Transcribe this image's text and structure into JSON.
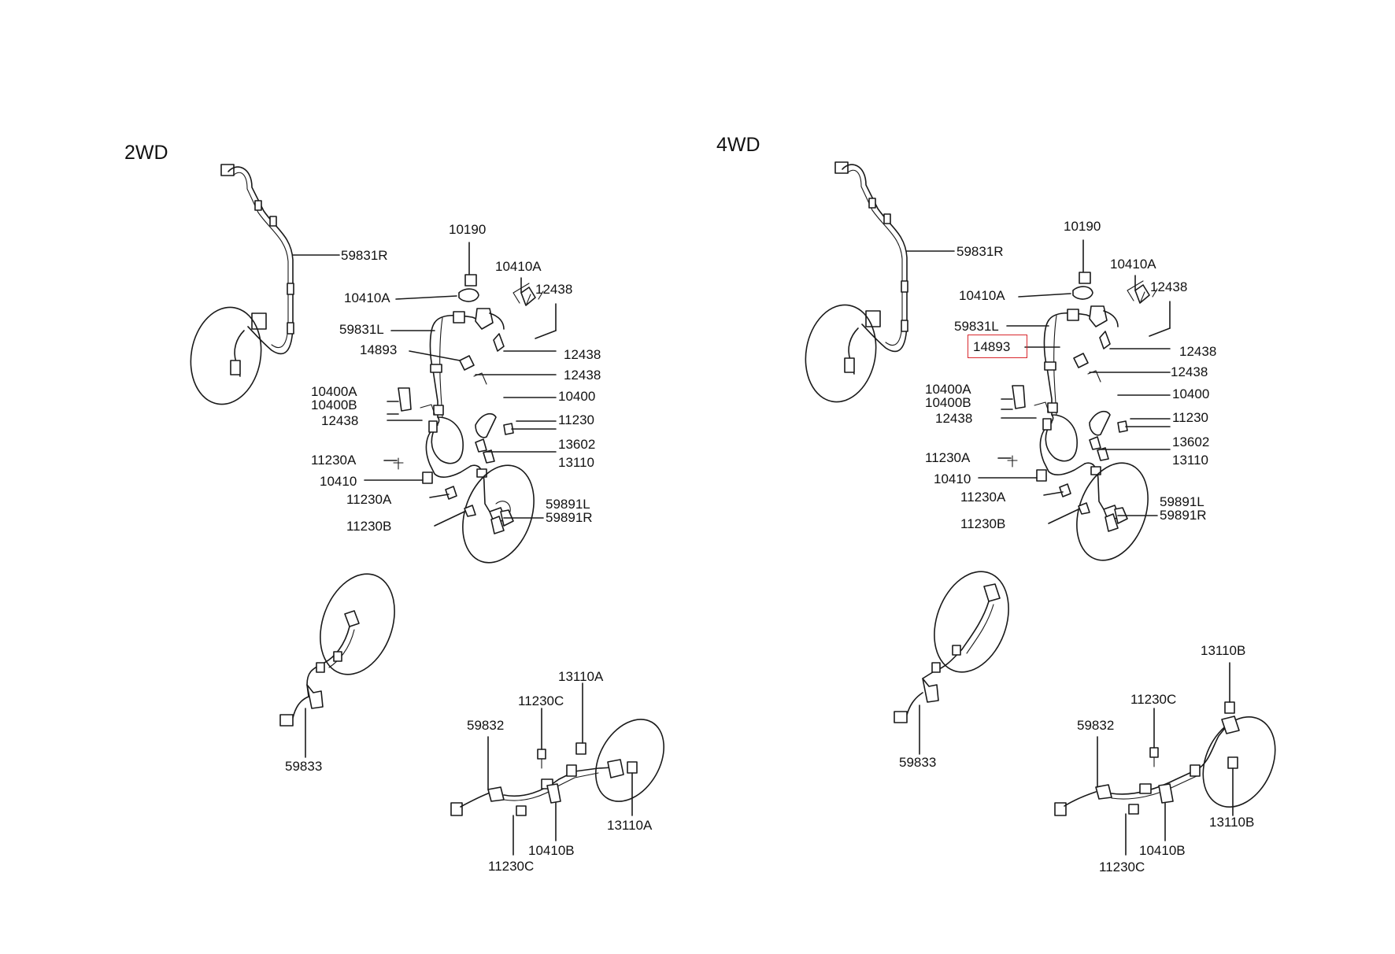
{
  "sections": {
    "left": "2WD",
    "right": "4WD"
  },
  "highlight_color": "#d9262c",
  "left_labels": {
    "l_59831R": "59831R",
    "l_10190": "10190",
    "l_10410A_top": "10410A",
    "l_10410A": "10410A",
    "l_12438_a": "12438",
    "l_59831L": "59831L",
    "l_12438_b": "12438",
    "l_14893": "14893",
    "l_12438_c": "12438",
    "l_10400A": "10400A",
    "l_10400": "10400",
    "l_10400B": "10400B",
    "l_12438_d": "12438",
    "l_11230": "11230",
    "l_13602": "13602",
    "l_11230A_a": "11230A",
    "l_13110": "13110",
    "l_10410": "10410",
    "l_11230A_b": "11230A",
    "l_59891L": "59891L",
    "l_59891R": "59891R",
    "l_11230B": "11230B",
    "l_13110A_top": "13110A",
    "l_11230C_top": "11230C",
    "l_59832": "59832",
    "l_59833": "59833",
    "l_13110A": "13110A",
    "l_10410B": "10410B",
    "l_11230C": "11230C"
  },
  "right_labels": {
    "r_59831R": "59831R",
    "r_10190": "10190",
    "r_10410A_top": "10410A",
    "r_10410A": "10410A",
    "r_12438_a": "12438",
    "r_59831L": "59831L",
    "r_14893": "14893",
    "r_12438_b": "12438",
    "r_12438_c": "12438",
    "r_10400A": "10400A",
    "r_10400": "10400",
    "r_10400B": "10400B",
    "r_12438_d": "12438",
    "r_11230": "11230",
    "r_13602": "13602",
    "r_11230A_a": "11230A",
    "r_13110": "13110",
    "r_10410": "10410",
    "r_11230A_b": "11230A",
    "r_59891L": "59891L",
    "r_59891R": "59891R",
    "r_11230B": "11230B",
    "r_13110B_top": "13110B",
    "r_11230C_top": "11230C",
    "r_59832": "59832",
    "r_59833": "59833",
    "r_13110B": "13110B",
    "r_10410B": "10410B",
    "r_11230C": "11230C"
  }
}
